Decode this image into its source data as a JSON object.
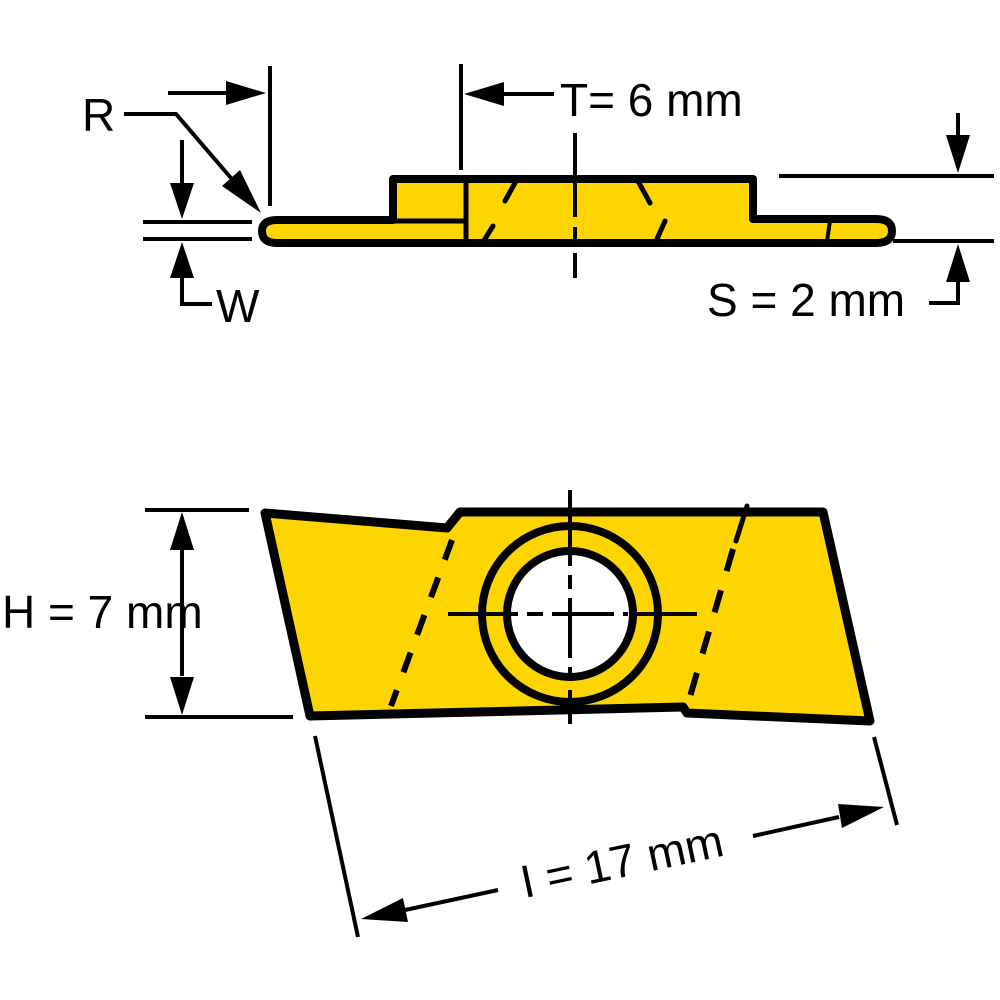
{
  "diagram": {
    "type": "technical-drawing",
    "subject": "parting/grooving cutting insert, side view and top view with dimensions",
    "colors": {
      "insert_fill": "#FFD500",
      "hole_fill": "#FFFFFF",
      "line": "#000000",
      "background": "#FFFFFF"
    },
    "side_view": {
      "labels": {
        "corner_radius": "R",
        "cutting_width": "W",
        "t_dimension": "T= 6 mm",
        "s_dimension": "S = 2 mm"
      }
    },
    "top_view": {
      "labels": {
        "h_dimension": "H = 7 mm",
        "i_dimension": "I = 17 mm"
      }
    },
    "dimension_values": {
      "T_mm": 6,
      "S_mm": 2,
      "H_mm": 7,
      "I_mm": 17,
      "units": "mm"
    }
  }
}
